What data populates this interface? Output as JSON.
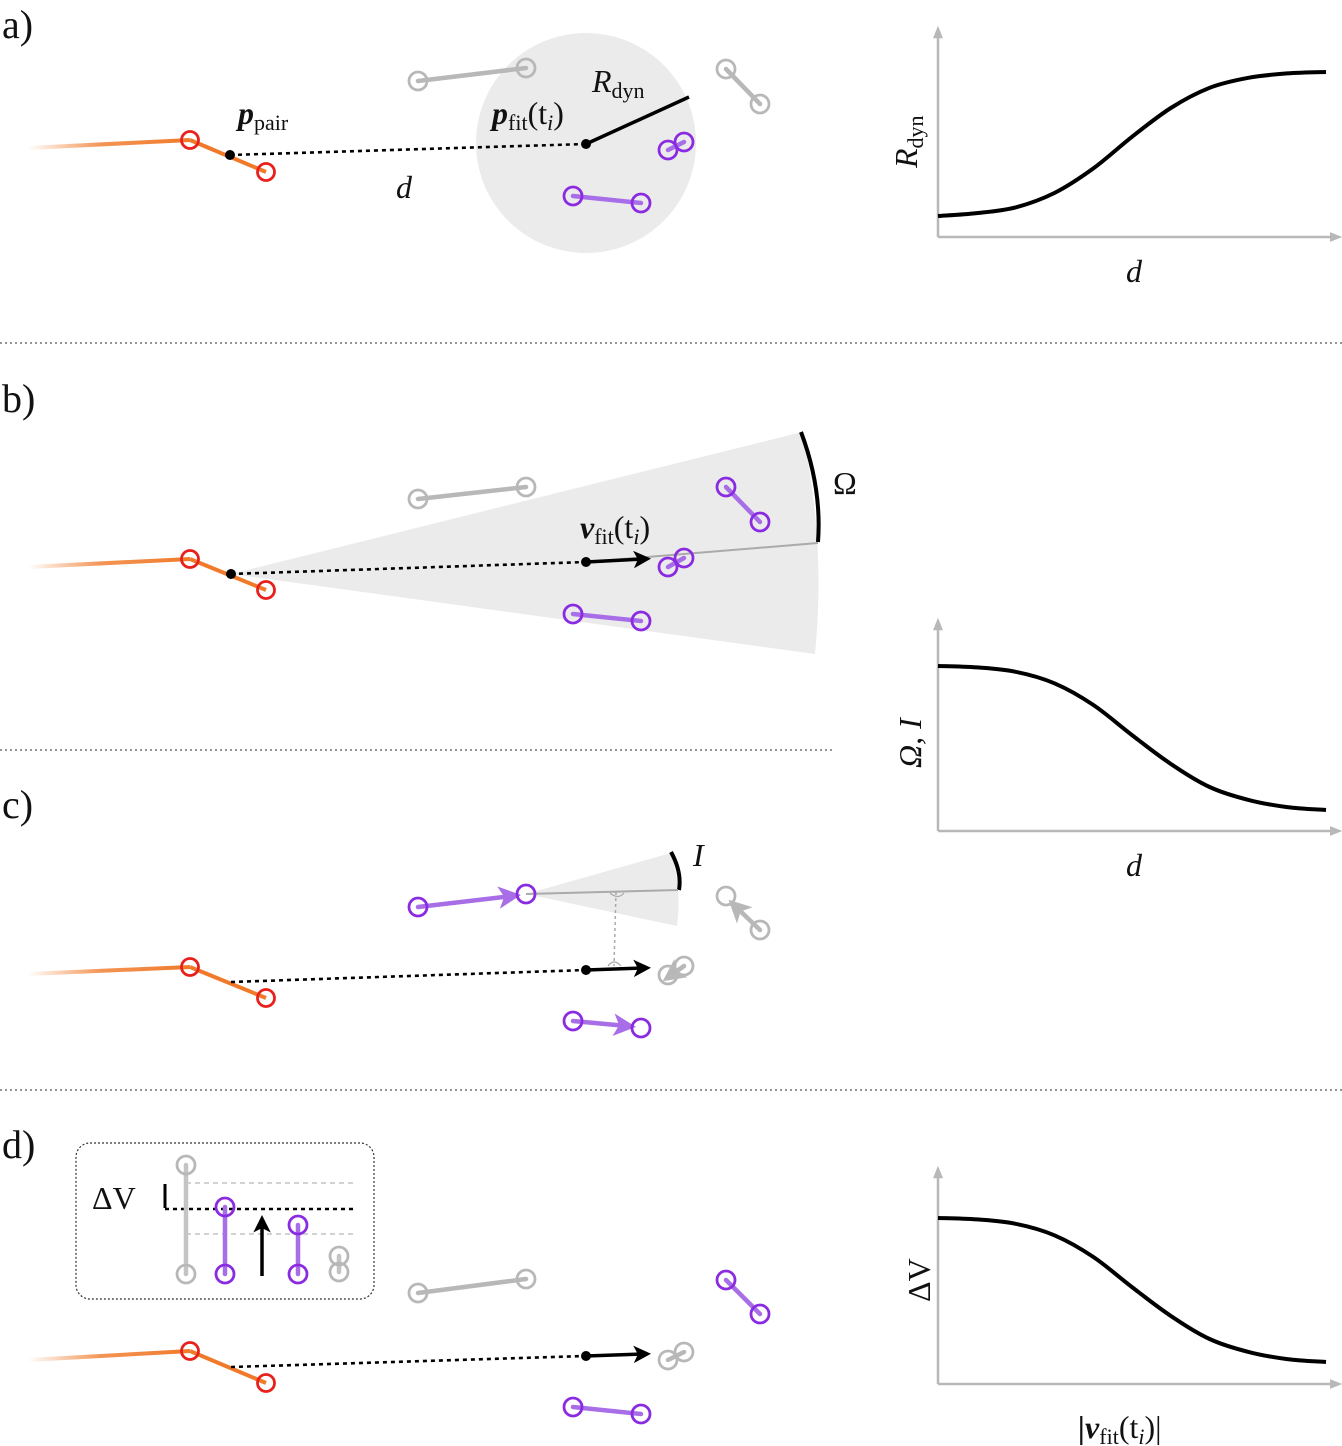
{
  "colors": {
    "red": "#e8211c",
    "orange": "#f07a2a",
    "purple": "#8a2be2",
    "purple_light": "#a86ee8",
    "gray": "#b8b8b8",
    "shade": "#ebebeb",
    "black": "#000000"
  },
  "panels": {
    "a": {
      "label": "a)",
      "p_pair": "p",
      "p_pair_sub": "pair",
      "p_fit": "p",
      "p_fit_sub": "fit",
      "p_fit_arg": "(t",
      "p_fit_arg_sub": "i",
      "p_fit_close": ")",
      "r_dyn": "R",
      "r_dyn_sub": "dyn",
      "d_label": "d"
    },
    "b": {
      "label": "b)",
      "v_fit": "v",
      "v_fit_sub": "fit",
      "v_fit_arg": "(t",
      "v_fit_arg_sub": "i",
      "v_fit_close": ")",
      "omega": "Ω"
    },
    "c": {
      "label": "c)",
      "i_label": "I"
    },
    "d": {
      "label": "d)",
      "delta_v": "ΔV"
    }
  },
  "chart_data": [
    {
      "type": "line",
      "shape": "increasing sigmoid",
      "xlabel": "d",
      "ylabel": "R",
      "ylabel_sub": "dyn",
      "x": [
        0.0,
        0.1,
        0.2,
        0.3,
        0.4,
        0.5,
        0.6,
        0.7,
        0.8,
        0.9,
        1.0
      ],
      "y": [
        0.0,
        0.02,
        0.06,
        0.16,
        0.33,
        0.55,
        0.75,
        0.89,
        0.96,
        0.99,
        1.0
      ],
      "tick_labels": false,
      "grid": false
    },
    {
      "type": "line",
      "shape": "decreasing sigmoid",
      "xlabel": "d",
      "ylabel": "Ω, I",
      "x": [
        0.0,
        0.1,
        0.2,
        0.3,
        0.4,
        0.5,
        0.6,
        0.7,
        0.8,
        0.9,
        1.0
      ],
      "y": [
        1.0,
        0.99,
        0.96,
        0.88,
        0.73,
        0.52,
        0.32,
        0.16,
        0.07,
        0.02,
        0.0
      ],
      "tick_labels": false,
      "grid": false
    },
    {
      "type": "line",
      "shape": "decreasing sigmoid",
      "xlabel": "|v",
      "xlabel_sub": "fit",
      "xlabel_arg": "(t",
      "xlabel_arg_sub": "i",
      "xlabel_close": ")|",
      "ylabel": "ΔV",
      "x": [
        0.0,
        0.1,
        0.2,
        0.3,
        0.4,
        0.5,
        0.6,
        0.7,
        0.8,
        0.9,
        1.0
      ],
      "y": [
        1.0,
        0.99,
        0.96,
        0.88,
        0.73,
        0.52,
        0.32,
        0.16,
        0.07,
        0.02,
        0.0
      ],
      "tick_labels": false,
      "grid": false
    }
  ]
}
